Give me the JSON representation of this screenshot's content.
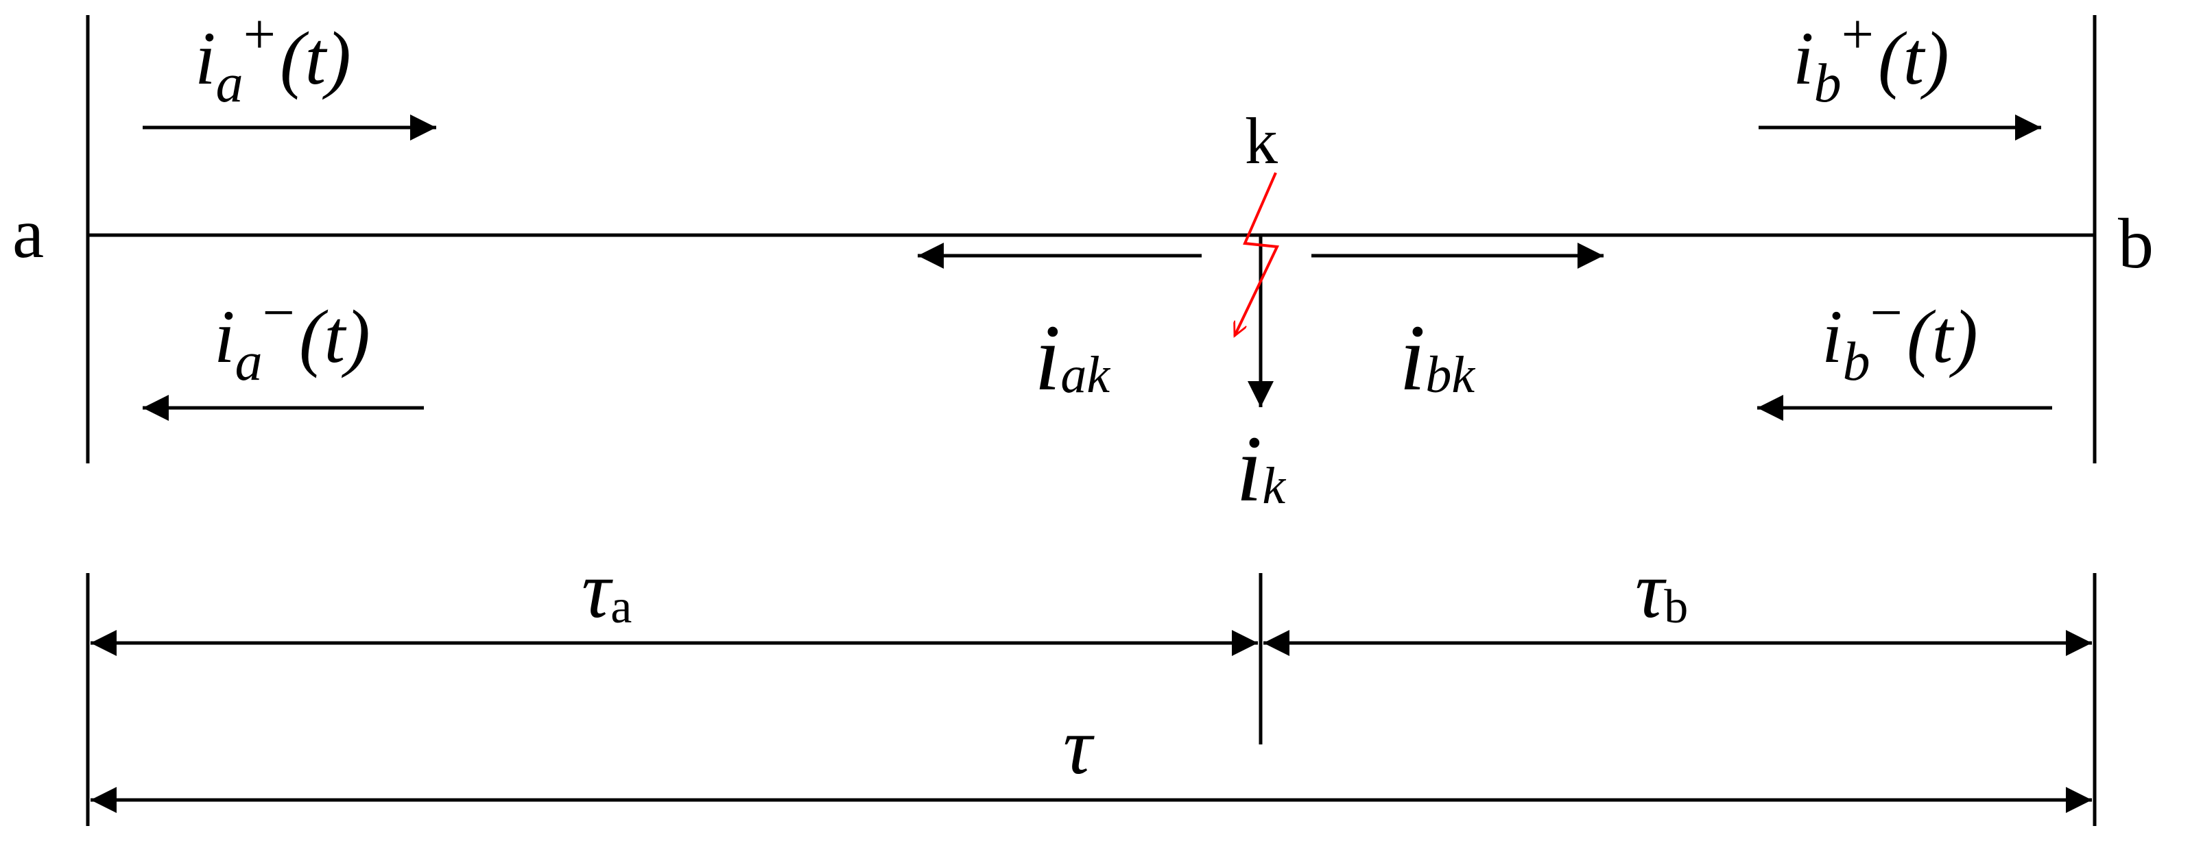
{
  "colors": {
    "line": "#000000",
    "fault": "#ff0000",
    "background": "#ffffff"
  },
  "labels": {
    "bus_a": "a",
    "bus_b": "b",
    "fault_point": "k",
    "ia_plus": {
      "base": "i",
      "sub": "a",
      "sup": "+",
      "arg": "(t)"
    },
    "ia_minus": {
      "base": "i",
      "sub": "a",
      "sup": "−",
      "arg": "(t)"
    },
    "ib_plus": {
      "base": "i",
      "sub": "b",
      "sup": "+",
      "arg": "(t)"
    },
    "ib_minus": {
      "base": "i",
      "sub": "b",
      "sup": "−",
      "arg": "(t)"
    },
    "iak": {
      "base": "i",
      "sub": "ak"
    },
    "ibk": {
      "base": "i",
      "sub": "bk"
    },
    "ik": {
      "base": "i",
      "sub": "k"
    },
    "tau_a": {
      "base": "τ",
      "sub": "a"
    },
    "tau_b": {
      "base": "τ",
      "sub": "b"
    },
    "tau": "τ"
  }
}
